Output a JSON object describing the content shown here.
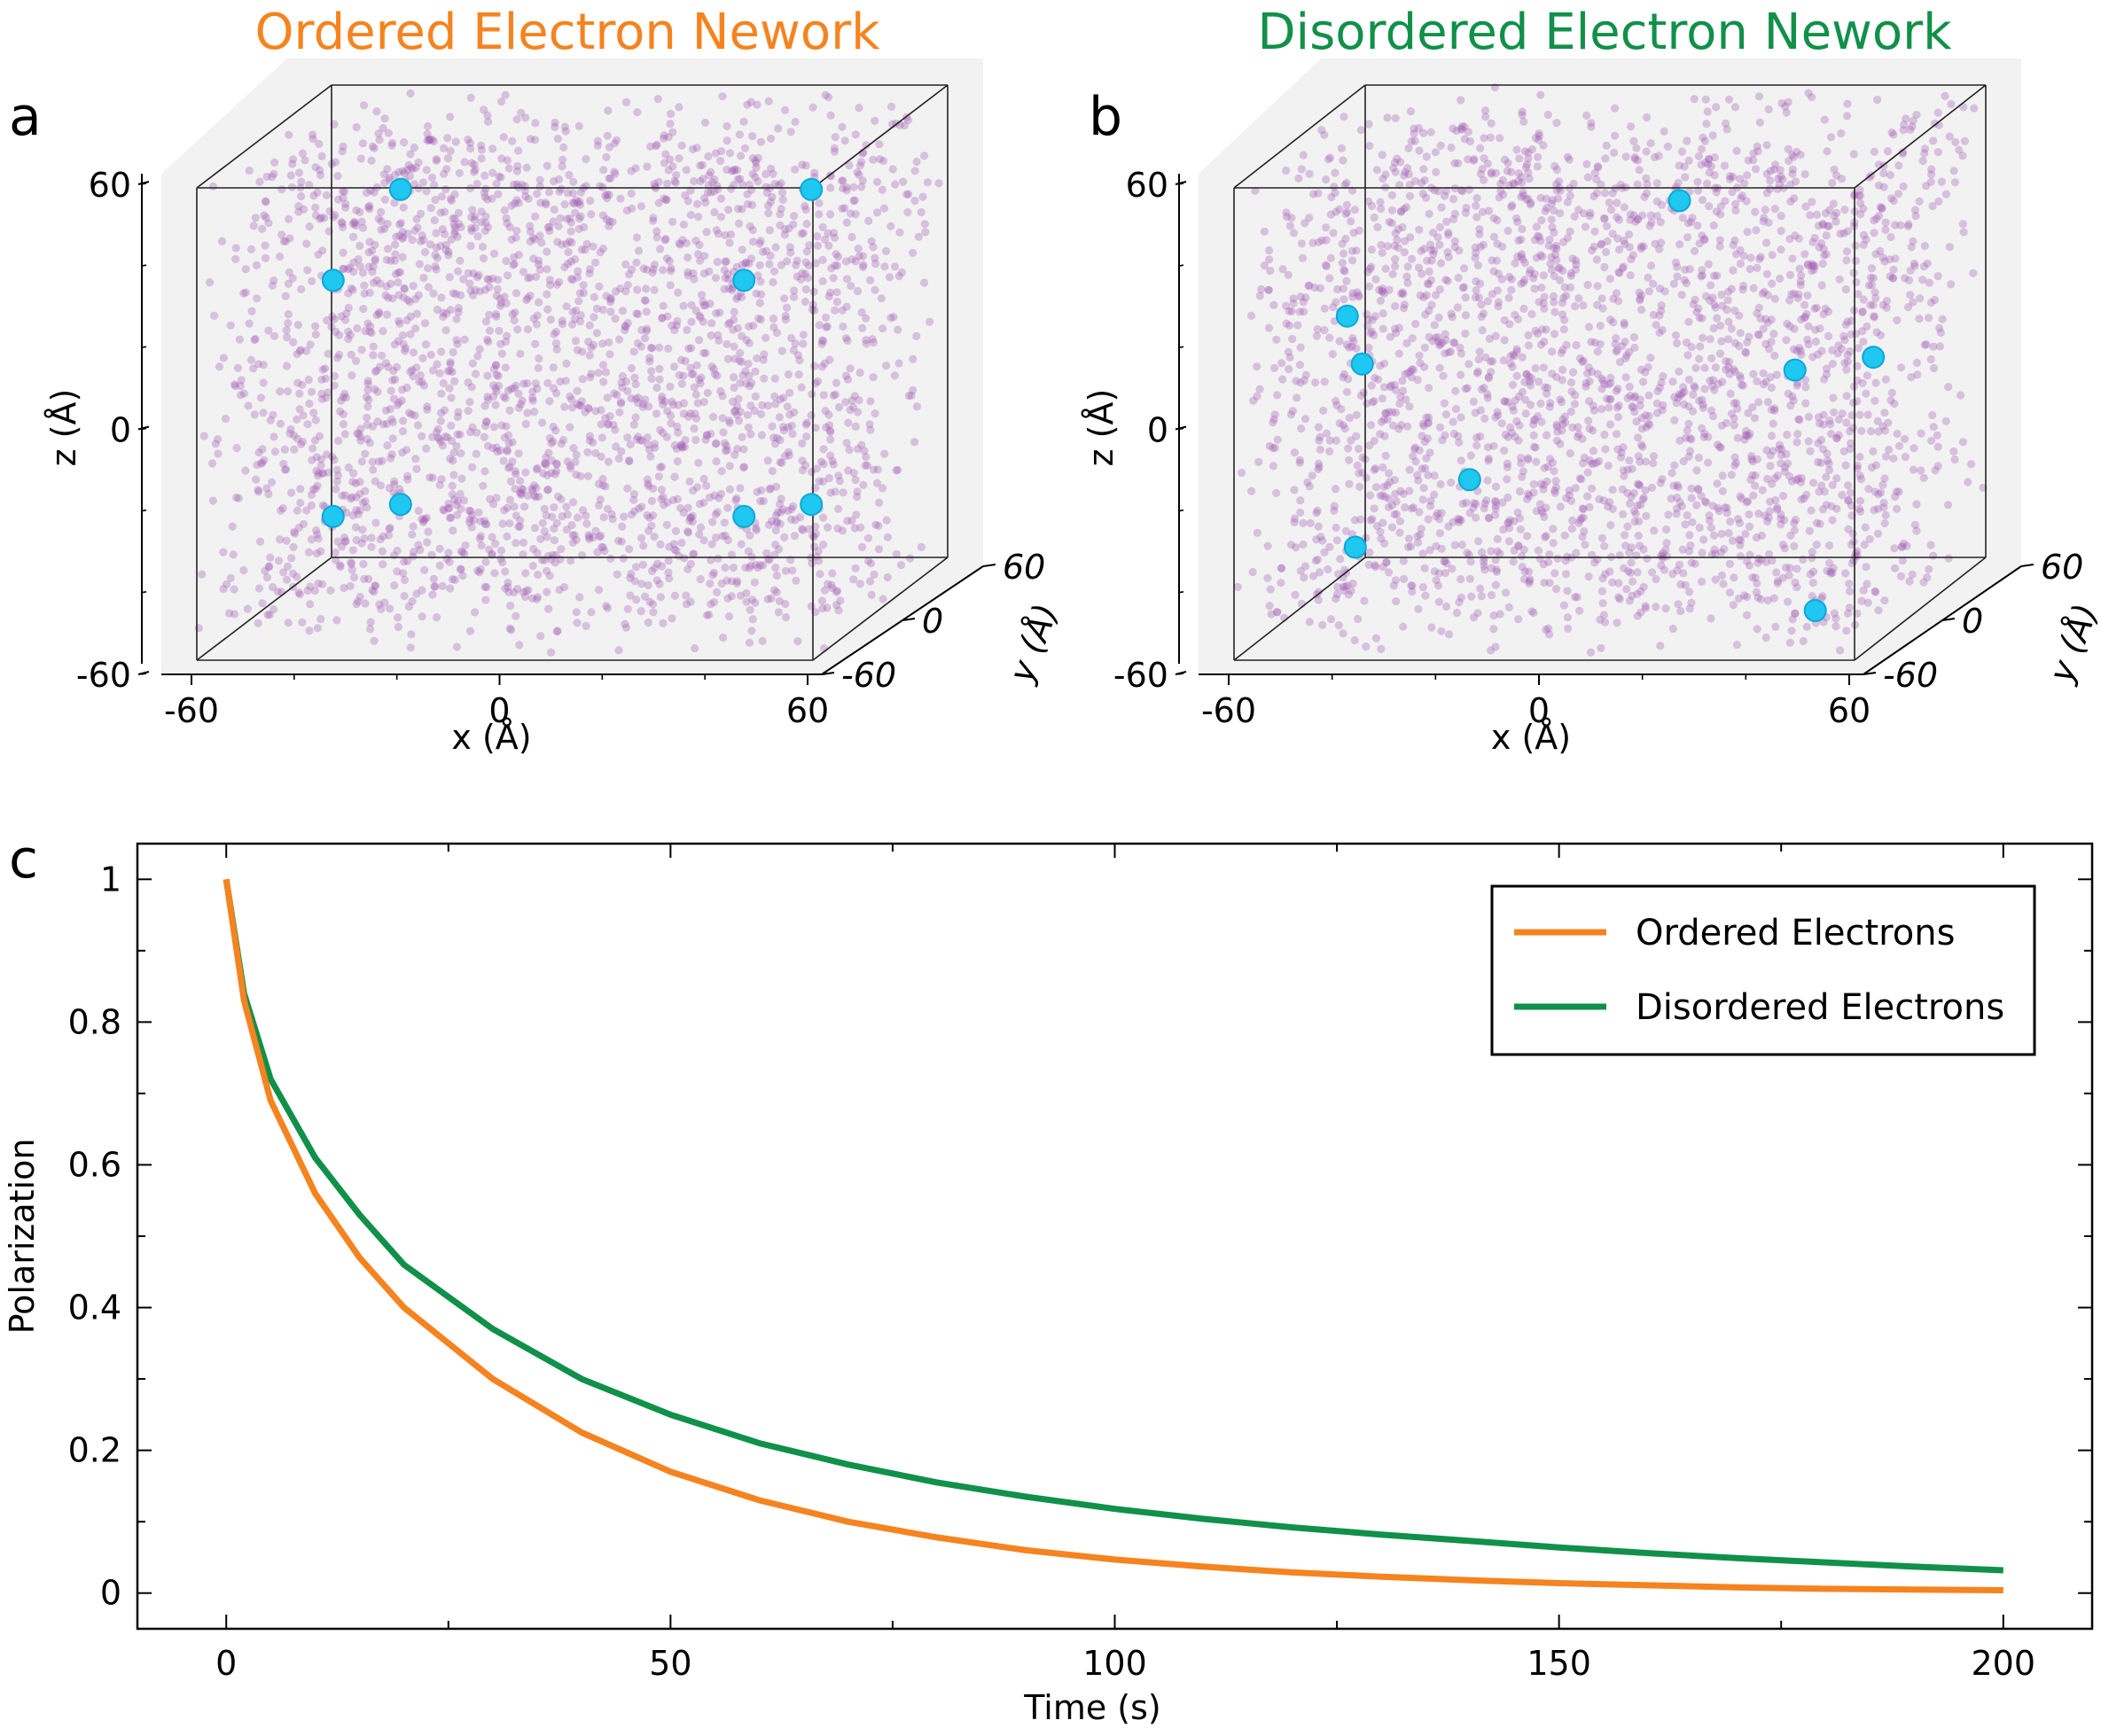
{
  "colors": {
    "ordered": "#f5831f",
    "disordered": "#11904a",
    "electron": "#1ec8f0",
    "nucleus": "#a05ab4",
    "pane": "#f2f2f2"
  },
  "titles": {
    "ordered": "Ordered Electron Nework",
    "disordered": "Disordered Electron Nework"
  },
  "panel_letters": {
    "a": "a",
    "b": "b",
    "c": "c"
  },
  "chart_data": [
    {
      "panel": "a",
      "type": "scatter",
      "projection": "3d",
      "title": "Ordered Electron Nework",
      "xlabel": "x (Å)",
      "ylabel": "y (Å)",
      "zlabel": "z (Å)",
      "xlim": [
        -60,
        60
      ],
      "ylim": [
        -60,
        60
      ],
      "zlim": [
        -60,
        60
      ],
      "ticks": [
        "-60",
        "0",
        "60"
      ],
      "electrons": [
        {
          "x": -40,
          "y": 30,
          "z": 40
        },
        {
          "x": 40,
          "y": 30,
          "z": 40
        },
        {
          "x": -40,
          "y": -30,
          "z": 30
        },
        {
          "x": 40,
          "y": -30,
          "z": 30
        },
        {
          "x": -40,
          "y": 30,
          "z": -40
        },
        {
          "x": 40,
          "y": 30,
          "z": -40
        },
        {
          "x": -40,
          "y": -30,
          "z": -30
        },
        {
          "x": 40,
          "y": -30,
          "z": -30
        }
      ],
      "background_points": 2600
    },
    {
      "panel": "b",
      "type": "scatter",
      "projection": "3d",
      "title": "Disordered Electron Nework",
      "xlabel": "x (Å)",
      "ylabel": "y (Å)",
      "zlabel": "z (Å)",
      "xlim": [
        -60,
        60
      ],
      "ylim": [
        -60,
        60
      ],
      "zlim": [
        -60,
        60
      ],
      "ticks": [
        "-60",
        "0",
        "60"
      ],
      "electrons": [
        {
          "x": 5,
          "y": 40,
          "z": 35
        },
        {
          "x": -55,
          "y": 20,
          "z": 10
        },
        {
          "x": -50,
          "y": 10,
          "z": 0
        },
        {
          "x": 40,
          "y": -20,
          "z": 5
        },
        {
          "x": 52,
          "y": -5,
          "z": 5
        },
        {
          "x": -45,
          "y": -20,
          "z": -40
        },
        {
          "x": -25,
          "y": -10,
          "z": -25
        },
        {
          "x": 45,
          "y": -25,
          "z": -55
        }
      ],
      "background_points": 2600
    },
    {
      "panel": "c",
      "type": "line",
      "xlabel": "Time (s)",
      "ylabel": "Polarization",
      "xlim": [
        -10,
        210
      ],
      "ylim": [
        -0.05,
        1.05
      ],
      "xticks": [
        0,
        50,
        100,
        150,
        200
      ],
      "xtick_labels": [
        "0",
        "50",
        "100",
        "150",
        "200"
      ],
      "yticks": [
        0,
        0.2,
        0.4,
        0.6,
        0.8,
        1
      ],
      "ytick_labels": [
        "0",
        "0.2",
        "0.4",
        "0.6",
        "0.8",
        "1"
      ],
      "legend_position": "top-right",
      "x": [
        0,
        2,
        5,
        10,
        15,
        20,
        30,
        40,
        50,
        60,
        70,
        80,
        90,
        100,
        110,
        120,
        130,
        140,
        150,
        160,
        170,
        180,
        190,
        200
      ],
      "series": [
        {
          "name": "Ordered Electrons",
          "color": "#f5831f",
          "values": [
            1.0,
            0.83,
            0.69,
            0.56,
            0.47,
            0.4,
            0.3,
            0.225,
            0.17,
            0.13,
            0.1,
            0.078,
            0.06,
            0.047,
            0.037,
            0.029,
            0.023,
            0.018,
            0.014,
            0.011,
            0.008,
            0.006,
            0.005,
            0.004
          ]
        },
        {
          "name": "Disordered Electrons",
          "color": "#11904a",
          "values": [
            1.0,
            0.84,
            0.72,
            0.61,
            0.53,
            0.46,
            0.37,
            0.3,
            0.25,
            0.21,
            0.18,
            0.155,
            0.135,
            0.118,
            0.104,
            0.092,
            0.082,
            0.073,
            0.064,
            0.056,
            0.049,
            0.043,
            0.037,
            0.032
          ]
        }
      ]
    }
  ]
}
